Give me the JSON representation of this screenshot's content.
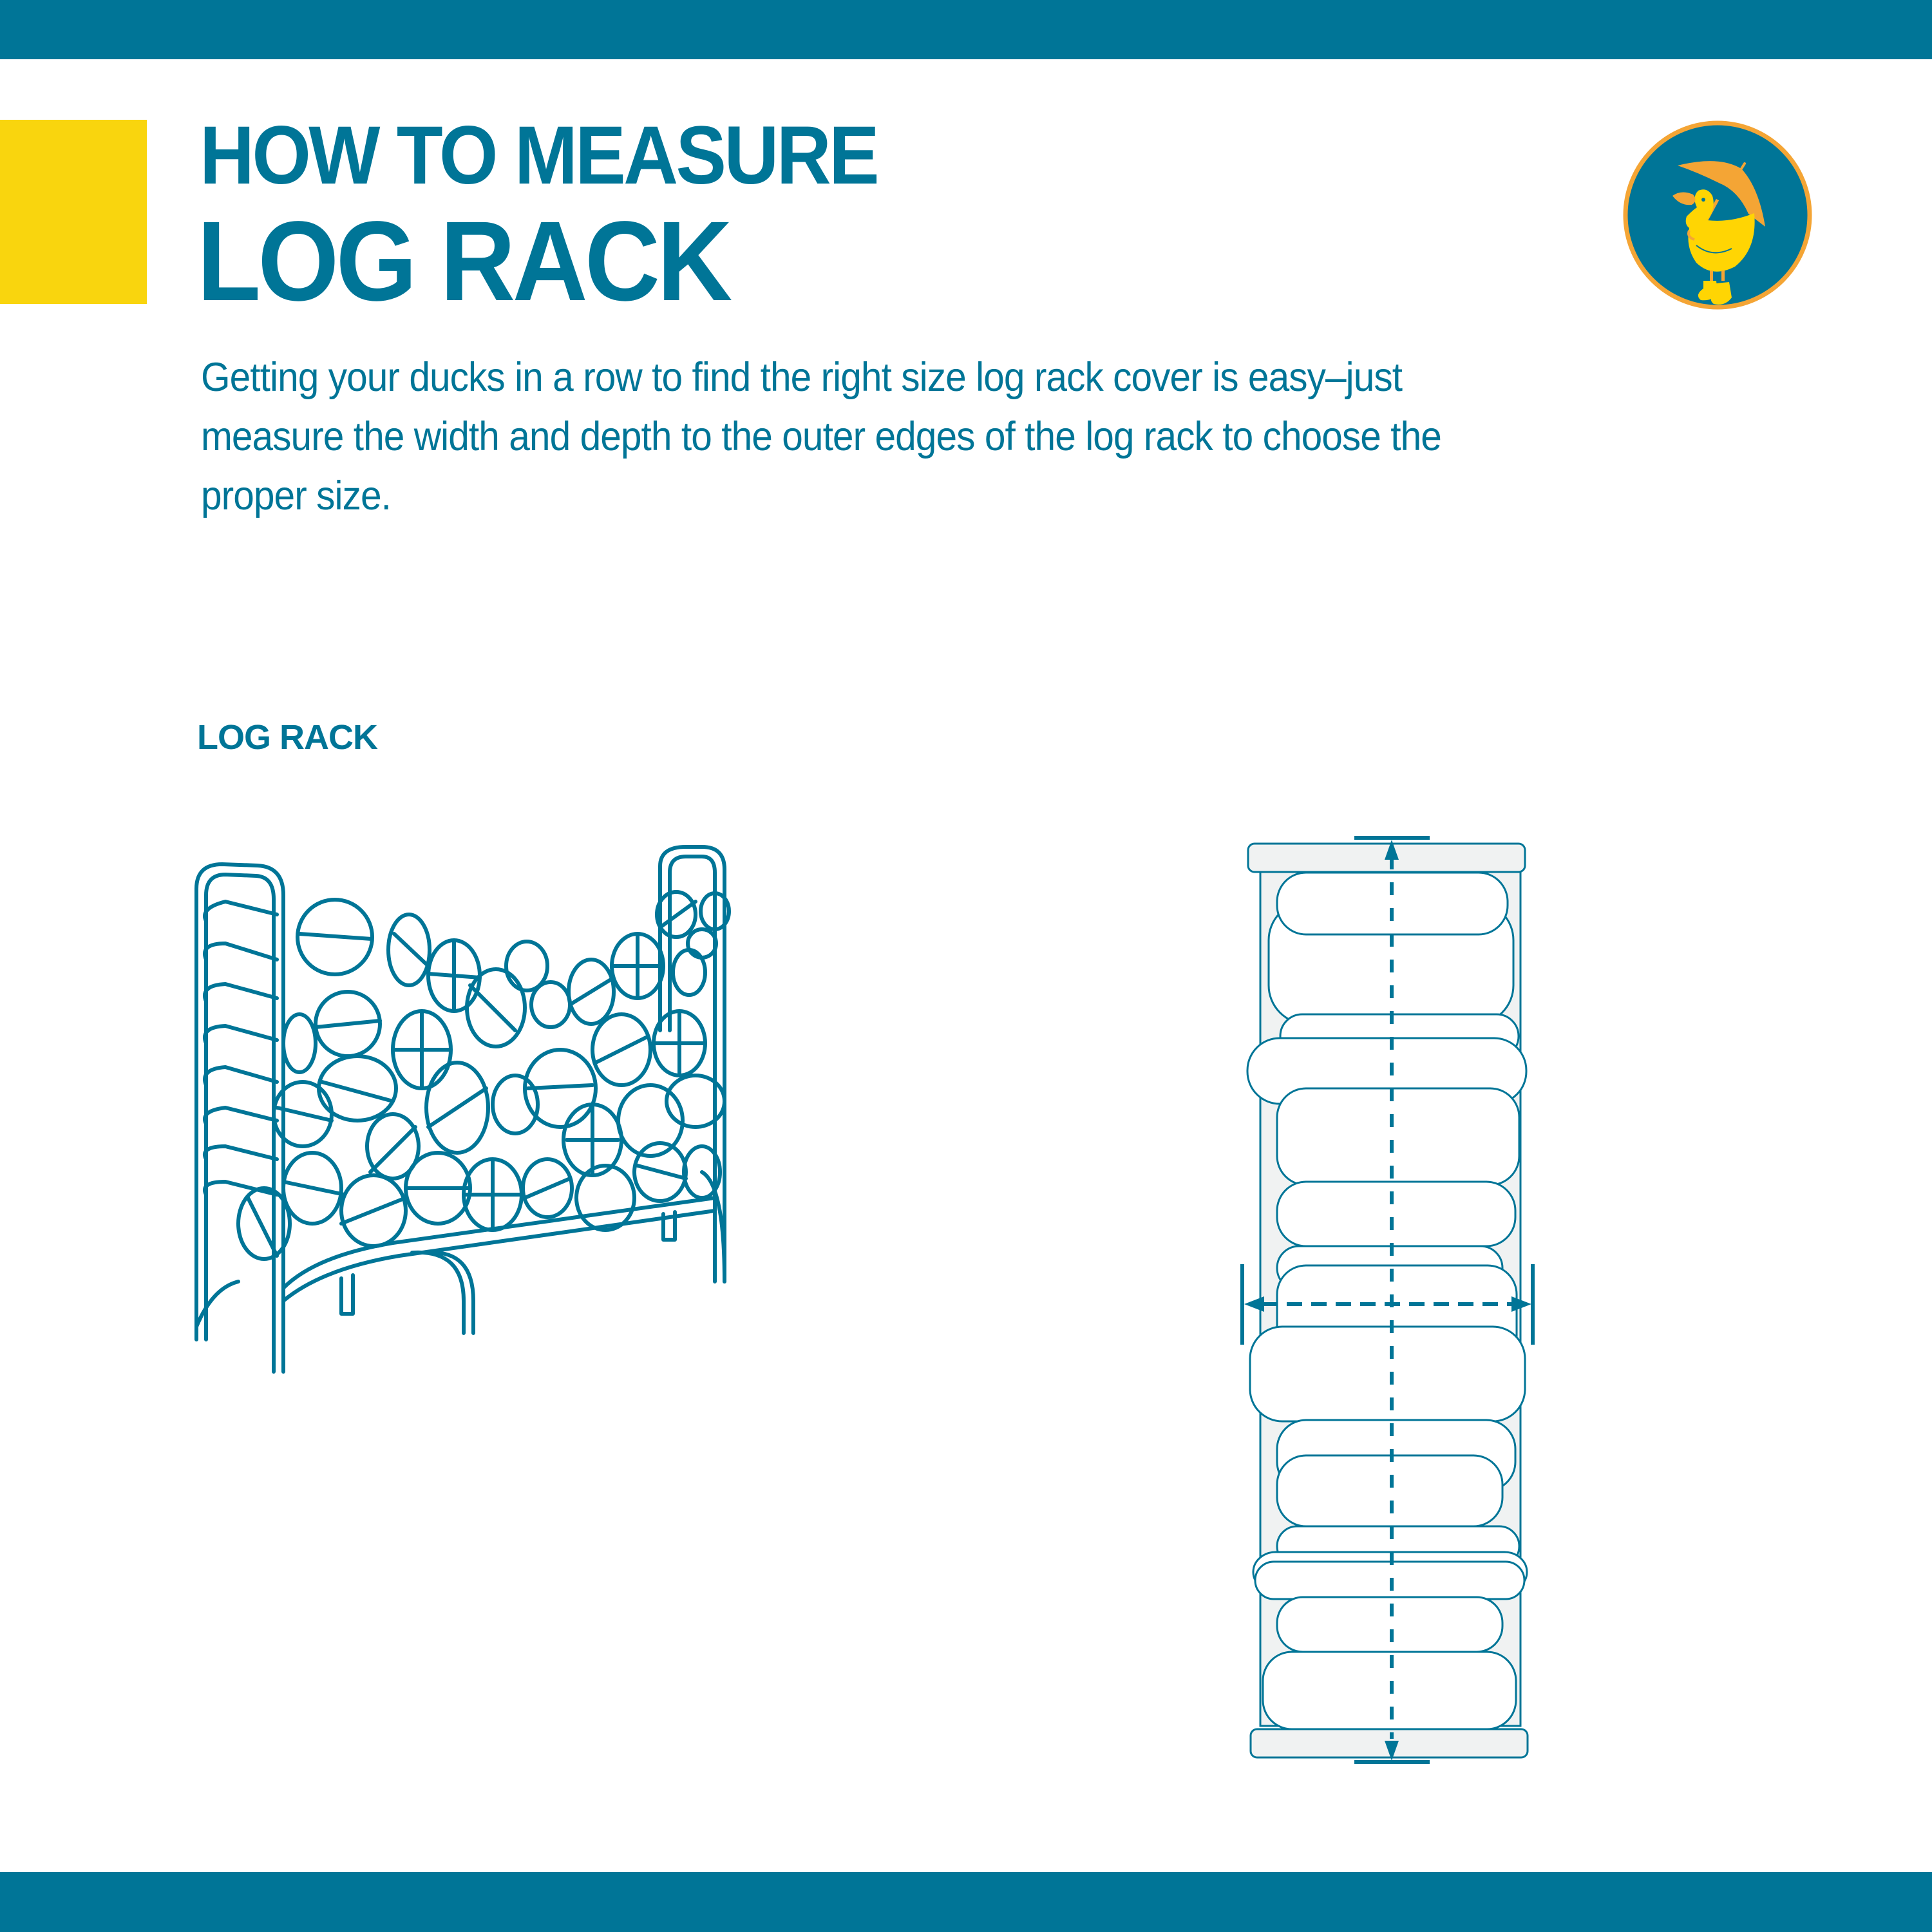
{
  "header": {
    "title_line1": "HOW TO MEASURE",
    "title_line2": "LOG RACK",
    "intro": "Getting your ducks in a row to find the right size log rack cover is easy–just measure the width and depth to the outer edges of the log rack to choose the proper size."
  },
  "logo": {
    "icon": "duck-with-umbrella-icon",
    "colors": {
      "circle": "#007597",
      "ring": "#F4A535",
      "duck": "#FFD503",
      "umbrella": "#F4A535"
    }
  },
  "section": {
    "label": "LOG RACK"
  },
  "diagrams": {
    "front_view": {
      "icon": "log-rack-front-illustration"
    },
    "top_view": {
      "icon": "log-rack-top-view-illustration",
      "measurements": [
        {
          "name": "depth",
          "orientation": "vertical",
          "icon": "dashed-double-arrow-icon"
        },
        {
          "name": "width",
          "orientation": "horizontal",
          "icon": "dashed-double-arrow-icon"
        }
      ]
    }
  },
  "colors": {
    "brand_teal": "#007597",
    "accent_yellow": "#F9D50E",
    "frame_fill": "#F0F2F2",
    "background": "#FFFFFF"
  }
}
